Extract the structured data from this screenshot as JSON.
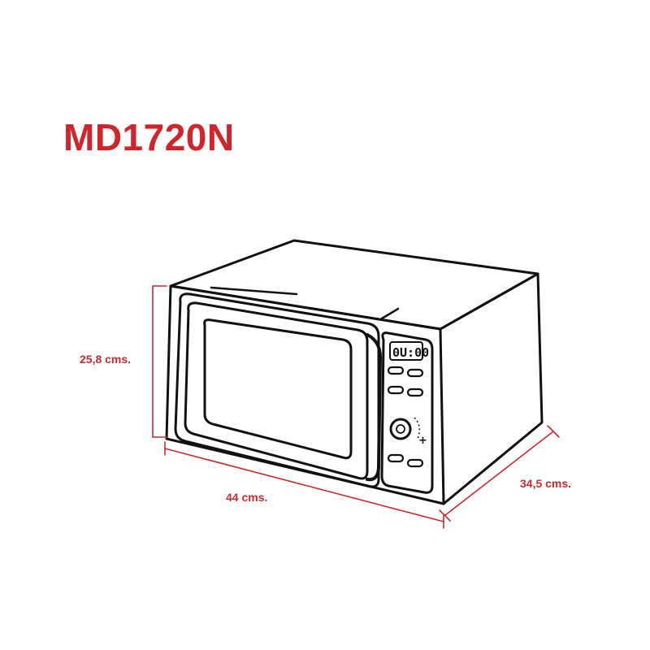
{
  "model": "MD1720N",
  "dimensions": {
    "height": "25,8 cms.",
    "width": "44 cms.",
    "depth": "34,5 cms."
  },
  "display": {
    "time": "0U:00",
    "knob_symbol_plus": "+"
  },
  "colors": {
    "title": "#d1242b",
    "dimension": "#c92a2a",
    "outline": "#111111"
  }
}
